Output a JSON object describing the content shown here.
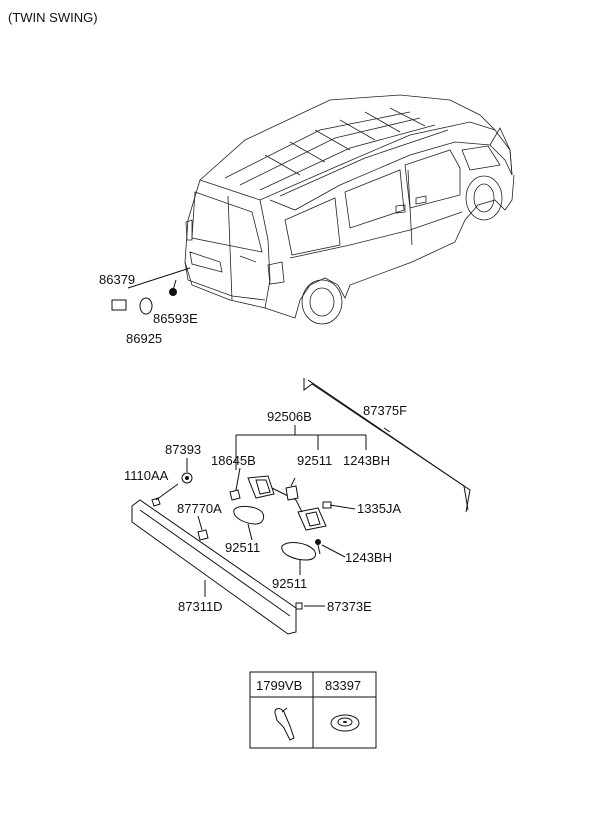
{
  "header": {
    "variant": "(TWIN SWING)"
  },
  "parts": [
    {
      "id": "p86379",
      "code": "86379"
    },
    {
      "id": "p86925",
      "code": "86925"
    },
    {
      "id": "p86593E",
      "code": "86593E"
    },
    {
      "id": "p87375F",
      "code": "87375F"
    },
    {
      "id": "p92506B",
      "code": "92506B"
    },
    {
      "id": "p87393",
      "code": "87393"
    },
    {
      "id": "p18645B",
      "code": "18645B"
    },
    {
      "id": "p92511a",
      "code": "92511"
    },
    {
      "id": "p1243BHa",
      "code": "1243BH"
    },
    {
      "id": "p1110AA",
      "code": "1110AA"
    },
    {
      "id": "p87770A",
      "code": "87770A"
    },
    {
      "id": "p1335JA",
      "code": "1335JA"
    },
    {
      "id": "p92511b",
      "code": "92511"
    },
    {
      "id": "p1243BHb",
      "code": "1243BH"
    },
    {
      "id": "p92511c",
      "code": "92511"
    },
    {
      "id": "p87311D",
      "code": "87311D"
    },
    {
      "id": "p87373E",
      "code": "87373E"
    }
  ],
  "legend_table": {
    "columns": [
      "1799VB",
      "83397"
    ]
  }
}
